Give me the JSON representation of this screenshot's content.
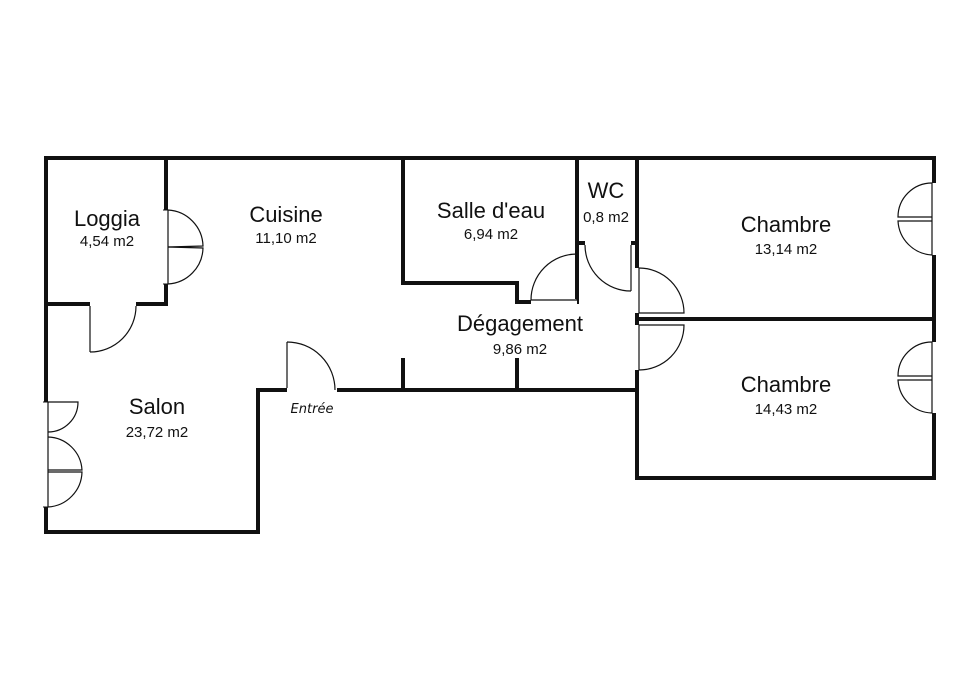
{
  "rooms": [
    {
      "id": "loggia",
      "name": "Loggia",
      "area": "4,54 m2"
    },
    {
      "id": "cuisine",
      "name": "Cuisine",
      "area": "11,10 m2"
    },
    {
      "id": "salle-deau",
      "name": "Salle d'eau",
      "area": "6,94 m2"
    },
    {
      "id": "wc",
      "name": "WC",
      "area": "0,8 m2"
    },
    {
      "id": "chambre-1",
      "name": "Chambre",
      "area": "13,14 m2"
    },
    {
      "id": "degagement",
      "name": "Dégagement",
      "area": "9,86 m2"
    },
    {
      "id": "salon",
      "name": "Salon",
      "area": "23,72 m2"
    },
    {
      "id": "chambre-2",
      "name": "Chambre",
      "area": "14,43 m2"
    }
  ],
  "entry": {
    "label": "Entrée"
  },
  "colors": {
    "wall": "#111111",
    "background": "#ffffff"
  }
}
